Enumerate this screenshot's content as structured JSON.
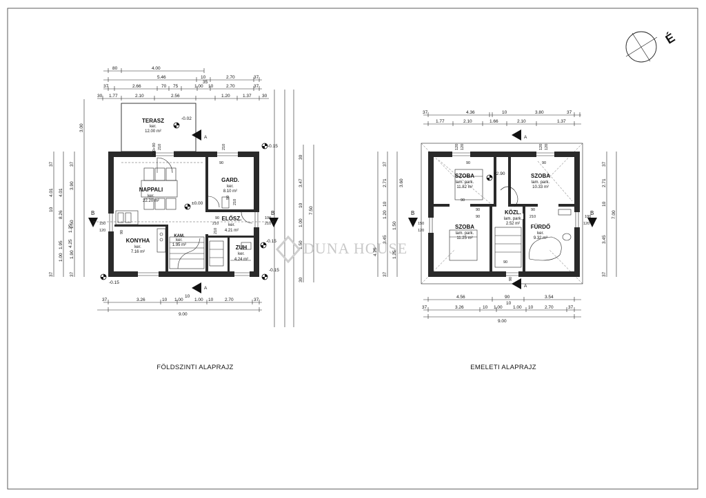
{
  "compass": {
    "label": "É"
  },
  "watermark": "DUNA HOUSE",
  "ground_floor": {
    "caption": "FÖLDSZINTI ALAPRAJZ",
    "section_a": "A",
    "section_b": "B",
    "rooms": {
      "terasz": {
        "name": "TERASZ",
        "floor": "ker.",
        "area": "12.00 m²"
      },
      "nappali": {
        "name": "NAPPALI",
        "floor": "ker.",
        "area": "22.20 m²"
      },
      "gard": {
        "name": "GARD.",
        "floor": "ker.",
        "area": "8.10 m²"
      },
      "eloter": {
        "name": "ELŐSZ.",
        "floor": "ker.",
        "area": "4.21 m²"
      },
      "konyha": {
        "name": "KONYHA",
        "floor": "ker.",
        "area": "7.16 m²"
      },
      "kamra": {
        "name": "KAM.",
        "floor": "ker.",
        "area": "1.95 m²"
      },
      "zuh": {
        "name": "ZUH",
        "floor": "ker.",
        "area": "4.24 m²"
      }
    },
    "levels": {
      "terasz": "-0.02",
      "main": "±0.00",
      "out1": "-0.15",
      "out2": "-0.15",
      "out3": "-0.15",
      "out4": "-0.15"
    },
    "top_dims": {
      "row1": [
        "80",
        "4.00"
      ],
      "row2": [
        "5.46",
        "10",
        "2.70",
        "37"
      ],
      "row2b": "35",
      "row3": [
        "37",
        "2.66",
        "70",
        "75",
        "1.00",
        "10",
        "2.70",
        "37"
      ],
      "row4": [
        "30",
        "1.77",
        "2.10",
        "2.56",
        "1.20",
        "1.37",
        "30"
      ]
    },
    "bottom_dims": {
      "row1": [
        "37",
        "3.26",
        "10",
        "1.00",
        "1.00",
        "10",
        "2.70",
        "37"
      ],
      "row1b": "10",
      "total": "9.00"
    },
    "left_dims": {
      "col1": [
        "37",
        "3.90",
        "1.50",
        "1.90",
        "37"
      ],
      "col2": [
        "4.01",
        "8.26",
        "1.95",
        "1.00"
      ],
      "col3": [
        "37",
        "4.01",
        "10",
        "4.25",
        "1.25",
        "37"
      ],
      "extra": "3.00"
    },
    "right_dims": [
      "30",
      "3.47",
      "10",
      "1.00",
      "7.50",
      "1.50",
      "30"
    ],
    "inner": [
      "90",
      "210",
      "120+90",
      "210",
      "90",
      "210",
      "90",
      "210",
      "150",
      "120",
      "90",
      "210",
      "100",
      "210"
    ]
  },
  "upper_floor": {
    "caption": "EMELETI ALAPRAJZ",
    "section_a": "A",
    "section_b": "B",
    "rooms": {
      "szoba1": {
        "name": "SZOBA",
        "floor": "lam. park.",
        "area": "11.82 m²"
      },
      "szoba2": {
        "name": "SZOBA",
        "floor": "lam. park.",
        "area": "10.33 m²"
      },
      "kozl": {
        "name": "KÖZL.",
        "floor": "lam. park.",
        "area": "2.52 m²"
      },
      "szoba3": {
        "name": "SZOBA",
        "floor": "lam. park.",
        "area": "11.25 m²"
      },
      "furdo": {
        "name": "FÜRDŐ",
        "floor": "ker.",
        "area": "9.32 m²"
      }
    },
    "levels": {
      "upper": "+2.90"
    },
    "top_dims": {
      "row1": [
        "37",
        "4.36",
        "10",
        "3.80",
        "37"
      ],
      "row2": [
        "1.77",
        "2.10",
        "1.66",
        "2.10",
        "1.37"
      ]
    },
    "bottom_dims": {
      "row1": [
        "4.56",
        "90",
        "3.54"
      ],
      "row1b": "10",
      "row2": [
        "37",
        "3.26",
        "10",
        "1.00",
        "1.00",
        "10",
        "2.70",
        "37"
      ],
      "total": "9.00"
    },
    "left_dims": [
      "37",
      "2.71",
      "10",
      "1.20",
      "1.50",
      "3.45",
      "37",
      "3.60",
      "4.25",
      "1.25"
    ],
    "right_dims": [
      "37",
      "2.71",
      "10",
      "3.45",
      "7.00",
      "37"
    ],
    "inner": [
      "90",
      "120",
      "120",
      "90",
      "120",
      "120",
      "90",
      "90",
      "90",
      "90",
      "210",
      "90",
      "150",
      "120",
      "100",
      "120",
      "90"
    ]
  }
}
